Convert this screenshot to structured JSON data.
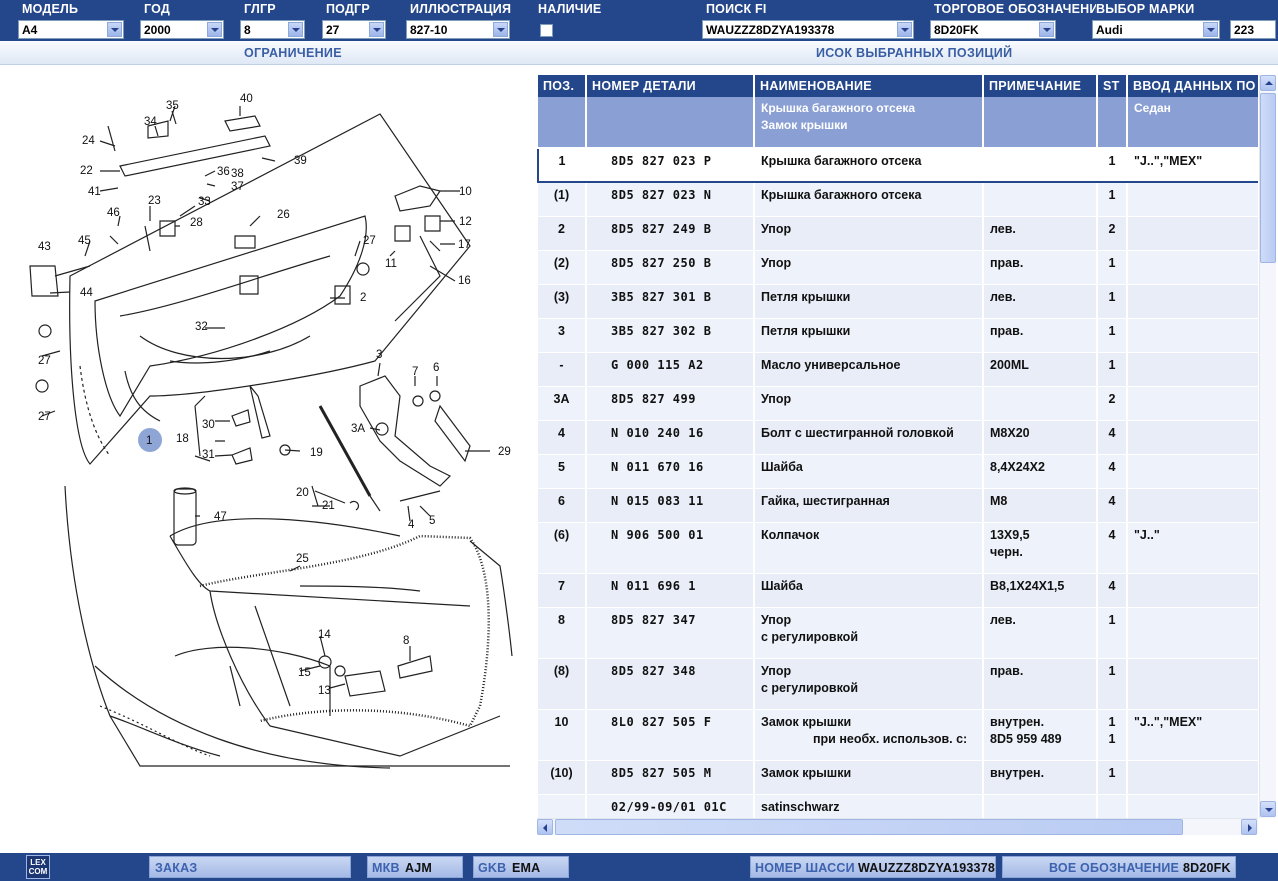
{
  "filters": [
    {
      "label": "МОДЕЛЬ",
      "value": "A4"
    },
    {
      "label": "ГОД",
      "value": "2000"
    },
    {
      "label": "ГЛГР",
      "value": "8"
    },
    {
      "label": "ПОДГР",
      "value": "27"
    },
    {
      "label": "ИЛЛЮСТРАЦИЯ",
      "value": "827-10"
    },
    {
      "label": "НАЛИЧИЕ",
      "value": ""
    },
    {
      "label": "ПОИСК FI",
      "value": "WAUZZZ8DZYA193378"
    },
    {
      "label": "ТОРГОВОЕ ОБОЗНАЧЕНИ",
      "value": "8D20FK"
    },
    {
      "label": "ВЫБОР МАРКИ",
      "value": "Audi"
    },
    {
      "label": "",
      "value": "223"
    }
  ],
  "subheader": {
    "left_tab": "ОГРАНИЧЕНИЕ",
    "right_tab": "ИСОК ВЫБРАННЫХ ПОЗИЦИЙ"
  },
  "illustration_callouts": [
    "1",
    "2",
    "3",
    "3A",
    "4",
    "5",
    "6",
    "7",
    "8",
    "10",
    "11",
    "12",
    "13",
    "14",
    "15",
    "16",
    "17",
    "18",
    "19",
    "20",
    "21",
    "22",
    "23",
    "24",
    "25",
    "26",
    "27",
    "27",
    "27",
    "28",
    "29",
    "30",
    "31",
    "32",
    "33",
    "34",
    "35",
    "36",
    "37",
    "38",
    "39",
    "40",
    "41",
    "43",
    "44",
    "45",
    "46",
    "47"
  ],
  "table": {
    "columns": [
      "ПОЗ.",
      "НОМЕР ДЕТАЛИ",
      "НАИМЕНОВАНИЕ",
      "ПРИМЕЧАНИЕ",
      "ST",
      "ВВОД ДАННЫХ ПО"
    ],
    "header_info": {
      "name_line1": "Крышка багажного отсека",
      "name_line2": "Замок крышки",
      "model_info": "Седан"
    },
    "rows": [
      {
        "pos": "1",
        "part": "8D5  827 023 P",
        "name": "Крышка багажного отсека",
        "name2": "",
        "note": "",
        "note2": "",
        "st": "1",
        "st2": "",
        "data": "\"J..\",\"MEX\"",
        "selected": true
      },
      {
        "pos": "(1)",
        "part": "8D5  827 023 N",
        "name": "Крышка багажного отсека",
        "name2": "",
        "note": "",
        "note2": "",
        "st": "1",
        "st2": "",
        "data": ""
      },
      {
        "pos": "2",
        "part": "8D5  827 249 B",
        "name": "Упор",
        "name2": "",
        "note": "лев.",
        "note2": "",
        "st": "2",
        "st2": "",
        "data": ""
      },
      {
        "pos": "(2)",
        "part": "8D5  827 250 B",
        "name": "Упор",
        "name2": "",
        "note": "прав.",
        "note2": "",
        "st": "1",
        "st2": "",
        "data": ""
      },
      {
        "pos": "(3)",
        "part": "3B5  827 301 B",
        "name": "Петля крышки",
        "name2": "",
        "note": "лев.",
        "note2": "",
        "st": "1",
        "st2": "",
        "data": ""
      },
      {
        "pos": "3",
        "part": "3B5  827 302 B",
        "name": "Петля крышки",
        "name2": "",
        "note": "прав.",
        "note2": "",
        "st": "1",
        "st2": "",
        "data": ""
      },
      {
        "pos": "-",
        "part": "G    000 115 A2",
        "name": "Масло универсальное",
        "name2": "",
        "note": "200ML",
        "note2": "",
        "st": "1",
        "st2": "",
        "data": ""
      },
      {
        "pos": "3A",
        "part": "8D5  827 499",
        "name": "Упор",
        "name2": "",
        "note": "",
        "note2": "",
        "st": "2",
        "st2": "",
        "data": ""
      },
      {
        "pos": "4",
        "part": "N    010 240 16",
        "name": "Болт с шестигранной головкой",
        "name2": "",
        "note": "M8X20",
        "note2": "",
        "st": "4",
        "st2": "",
        "data": ""
      },
      {
        "pos": "5",
        "part": "N    011 670 16",
        "name": "Шайба",
        "name2": "",
        "note": "8,4X24X2",
        "note2": "",
        "st": "4",
        "st2": "",
        "data": ""
      },
      {
        "pos": "6",
        "part": "N    015 083 11",
        "name": "Гайка, шестигранная",
        "name2": "",
        "note": "M8",
        "note2": "",
        "st": "4",
        "st2": "",
        "data": ""
      },
      {
        "pos": "(6)",
        "part": "N    906 500 01",
        "name": "Колпачок",
        "name2": "",
        "note": "13X9,5",
        "note2": "черн.",
        "st": "4",
        "st2": "",
        "data": "\"J..\""
      },
      {
        "pos": "7",
        "part": "N    011 696 1",
        "name": "Шайба",
        "name2": "",
        "note": "B8,1X24X1,5",
        "note2": "",
        "st": "4",
        "st2": "",
        "data": ""
      },
      {
        "pos": "8",
        "part": "8D5  827 347",
        "name": "Упор",
        "name2": "с регулировкой",
        "note": "лев.",
        "note2": "",
        "st": "1",
        "st2": "",
        "data": ""
      },
      {
        "pos": "(8)",
        "part": "8D5  827 348",
        "name": "Упор",
        "name2": "с регулировкой",
        "note": "прав.",
        "note2": "",
        "st": "1",
        "st2": "",
        "data": ""
      },
      {
        "pos": "10",
        "part": "8L0  827 505 F",
        "name": "Замок крышки",
        "name2": "при необх. использов. с:",
        "note": "внутрен.",
        "note2": "8D5 959 489",
        "st": "1",
        "st2": "1",
        "data": "\"J..\",\"MEX\""
      },
      {
        "pos": "(10)",
        "part": "8D5  827 505 M",
        "name": "Замок крышки",
        "name2": "",
        "note": "внутрен.",
        "note2": "",
        "st": "1",
        "st2": "",
        "data": ""
      },
      {
        "pos": "",
        "part": "02/99-09/01 01C",
        "name": "satinschwarz",
        "name2": "",
        "note": "",
        "note2": "",
        "st": "",
        "st2": "",
        "data": ""
      }
    ]
  },
  "statusbar": {
    "logo": "LEX COM",
    "order_label": "ЗАКАЗ",
    "mkb_label": "МКВ",
    "mkb_value": "AJM",
    "gkb_label": "GKB",
    "gkb_value": "EMA",
    "chassis_label": "НОМЕР ШАССИ",
    "chassis_value": "WAUZZZ8DZYA193378",
    "designation_label": "ВОЕ ОБОЗНАЧЕНИЕ",
    "designation_value": "8D20FK"
  },
  "colors": {
    "primary": "#24468a",
    "subheader_row": "#8a9fd4",
    "row_bg": "#e8edf8",
    "accent_text": "#3a5ea4",
    "callout_highlight": "#8ea5d6"
  }
}
